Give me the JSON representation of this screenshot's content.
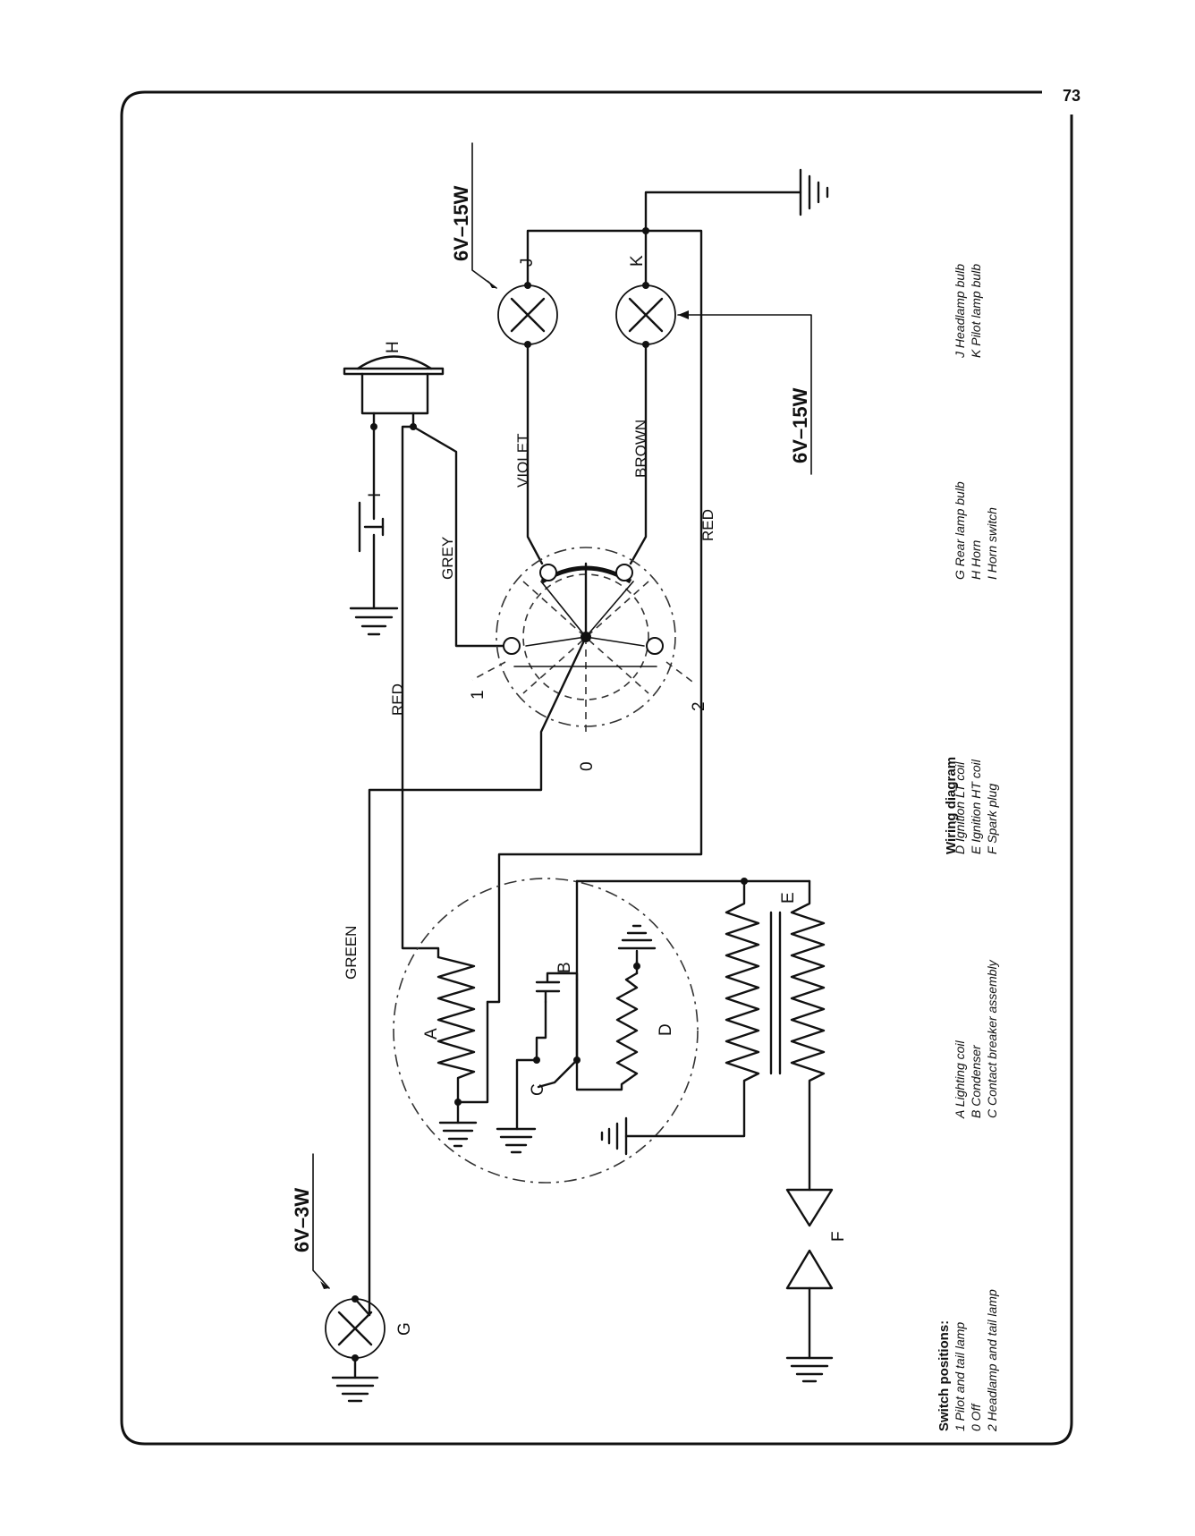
{
  "page_number": "73",
  "caption": "Wiring diagram",
  "ratings": {
    "headlamp": "6V–15W",
    "pilot": "6V–15W",
    "rear": "6V–3W"
  },
  "components": {
    "A": "A",
    "B": "B",
    "C": "C",
    "D": "D",
    "E": "E",
    "F": "F",
    "G": "G",
    "H": "H",
    "I": "I",
    "J": "J",
    "K": "K"
  },
  "wires": {
    "violet": "VIOLET",
    "brown": "BROWN",
    "red_right": "RED",
    "grey": "GREY",
    "red_left": "RED",
    "green": "GREEN"
  },
  "switch_marks": {
    "p1": "1",
    "p0": "0",
    "p2": "2"
  },
  "legend": {
    "switch_title": "Switch positions:",
    "switch_items": [
      "1  Pilot and tail lamp",
      "0  Off",
      "2  Headlamp and tail lamp"
    ],
    "col1": [
      "A  Lighting coil",
      "B  Condenser",
      "C  Contact breaker assembly"
    ],
    "col2": [
      "D  Ignition LT coil",
      "E  Ignition HT coil",
      "F  Spark plug"
    ],
    "col3": [
      "G  Rear lamp bulb",
      "H  Horn",
      "I  Horn switch"
    ],
    "col4": [
      "J  Headlamp bulb",
      "K  Pilot lamp bulb"
    ]
  }
}
